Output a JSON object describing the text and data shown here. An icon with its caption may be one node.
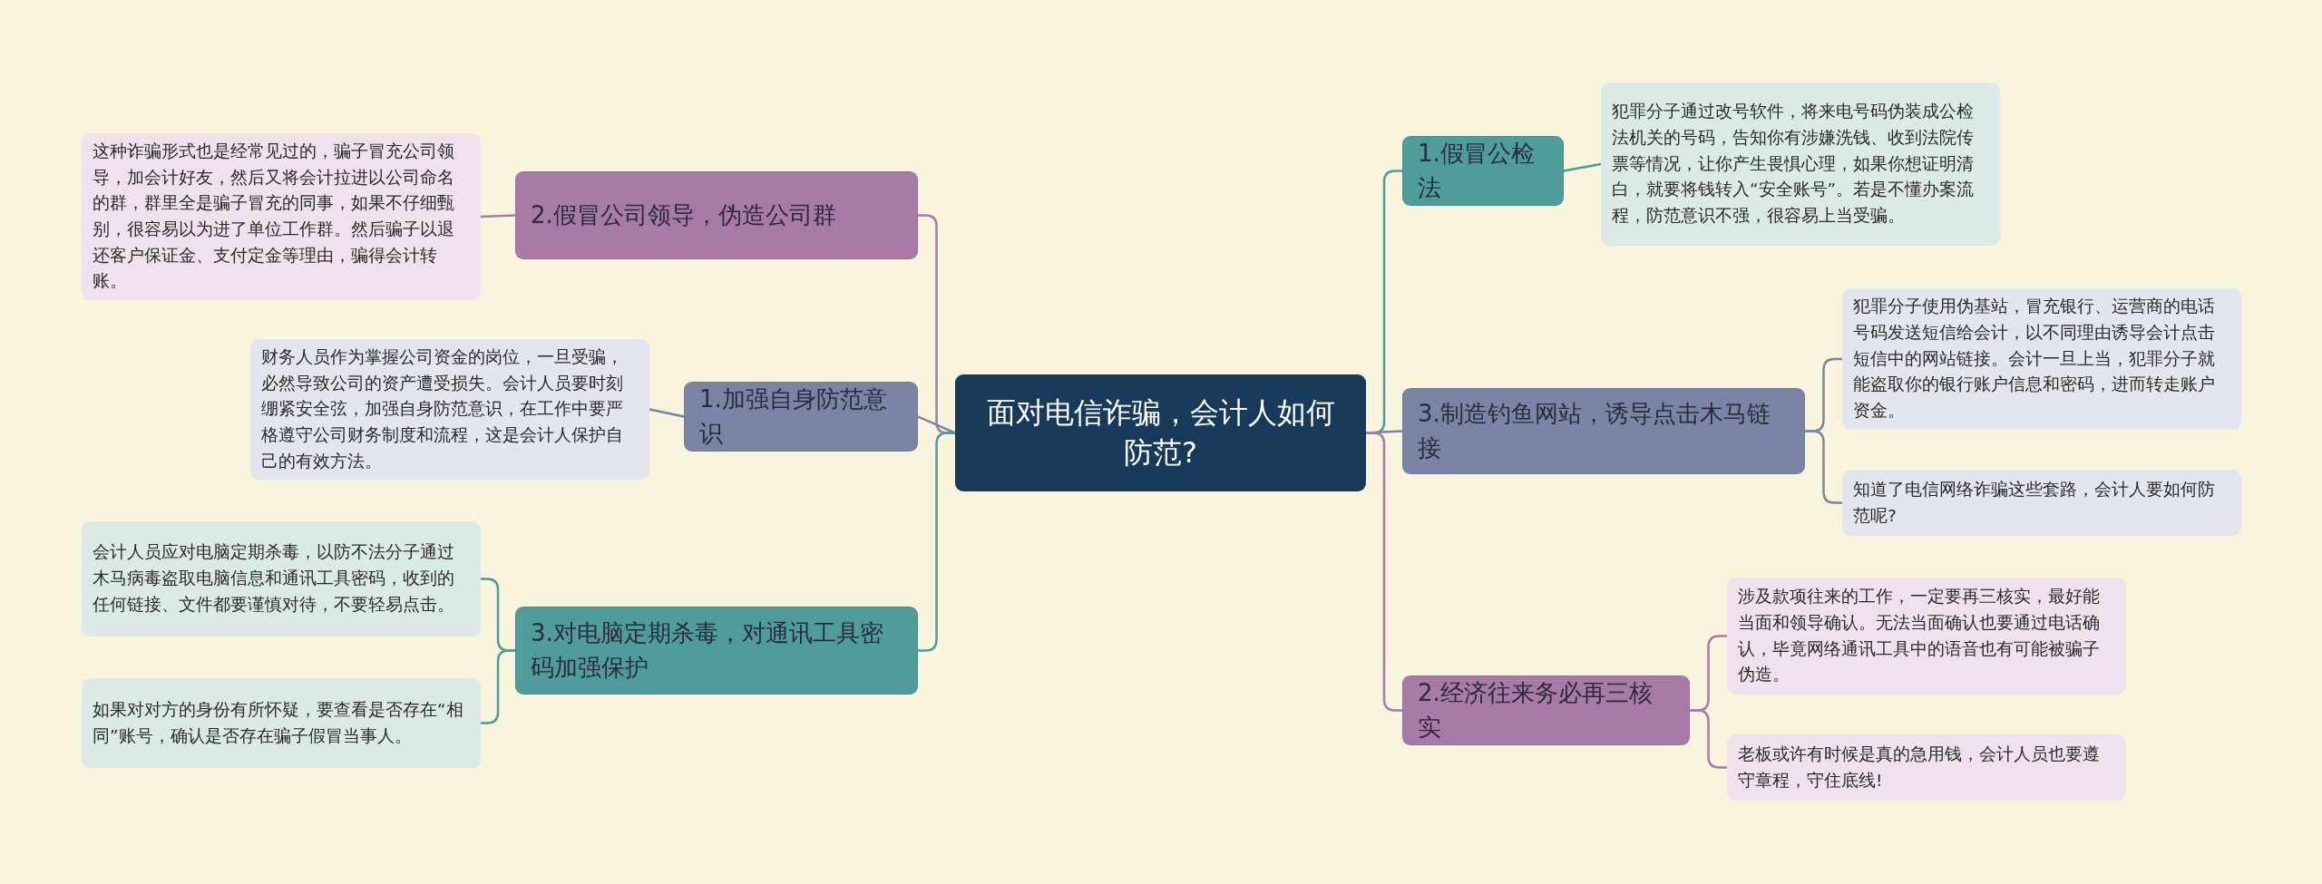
{
  "diagram": {
    "nodes": [
      {
        "text": [
          "面对电信诈骗，会计人如何防范?"
        ]
      },
      {
        "text": [
          "1.假冒公检法"
        ]
      },
      {
        "text": [
          "犯罪分子通过改号软件，将来电号码伪装成公检法机关的号码，告知你有涉嫌洗钱、收到法院传票等情况，让你产生畏惧心理，如果你想证明清白，就要将钱转入“安全账号”。若是不懂办案流程，防范意识不强，很容易上当受骗。"
        ]
      },
      {
        "text": [
          "3.制造钓鱼网站，诱导点击木马链接"
        ]
      },
      {
        "text": [
          "犯罪分子使用伪基站，冒充银行、运营商的电话号码发送短信给会计，以不同理由诱导会计点击短信中的网站链接。会计一旦上当，犯罪分子就能盗取你的银行账户信息和密码，进而转走账户资金。"
        ]
      },
      {
        "text": [
          "知道了电信网络诈骗这些套路，会计人要如何防范呢?"
        ]
      },
      {
        "text": [
          "2.经济往来务必再三核实"
        ]
      },
      {
        "text": [
          "涉及款项往来的工作，一定要再三核实，最好能当面和领导确认。无法当面确认也要通过电话确认，毕竟网络通讯工具中的语音也有可能被骗子伪造。"
        ]
      },
      {
        "text": [
          "老板或许有时候是真的急用钱，会计人员也要遵守章程，守住底线!"
        ]
      },
      {
        "text": [
          "2.假冒公司领导，伪造公司群"
        ]
      },
      {
        "text": [
          "这种诈骗形式也是经常见过的，骗子冒充公司领导，加会计好友，然后又将会计拉进以公司命名的群，群里全是骗子冒充的同事，如果不仔细甄别，很容易以为进了单位工作群。然后骗子以退还客户保证金、支付定金等理由，骗得会计转账。"
        ]
      },
      {
        "text": [
          "1.加强自身防范意识"
        ]
      },
      {
        "text": [
          "财务人员作为掌握公司资金的岗位，一旦受骗，必然导致公司的资产遭受损失。会计人员要时刻绷紧安全弦，加强自身防范意识，在工作中要严格遵守公司财务制度和流程，这是会计人保护自己的有效方法。"
        ]
      },
      {
        "text": [
          "3.对电脑定期杀毒，对通讯工具密码加强保护"
        ]
      },
      {
        "text": [
          "会计人员应对电脑定期杀毒，以防不法分子通过木马病毒盗取电脑信息和通讯工具密码，收到的任何链接、文件都要谨慎对待，不要轻易点击。"
        ]
      },
      {
        "text": [
          "如果对对方的身份有所怀疑，要查看是否存在“相同”账号，确认是否存在骗子假冒当事人。"
        ]
      }
    ],
    "edges": [
      {
        "from": 0,
        "to": 1,
        "arrow": "none",
        "color": "#4e9c9c"
      },
      {
        "from": 1,
        "to": 2,
        "arrow": "none",
        "color": "#4e9c9c"
      },
      {
        "from": 0,
        "to": 3,
        "arrow": "none",
        "color": "#7a85a6"
      },
      {
        "from": 3,
        "to": 4,
        "arrow": "none",
        "color": "#7a85a6"
      },
      {
        "from": 3,
        "to": 5,
        "arrow": "none",
        "color": "#7a85a6"
      },
      {
        "from": 0,
        "to": 6,
        "arrow": "none",
        "color": "#a87aa8"
      },
      {
        "from": 6,
        "to": 7,
        "arrow": "none",
        "color": "#a87aa8"
      },
      {
        "from": 6,
        "to": 8,
        "arrow": "none",
        "color": "#a87aa8"
      },
      {
        "from": 0,
        "to": 9,
        "arrow": "none",
        "color": "#a87aa8"
      },
      {
        "from": 9,
        "to": 10,
        "arrow": "none",
        "color": "#a87aa8"
      },
      {
        "from": 0,
        "to": 11,
        "arrow": "none",
        "color": "#7a85a6"
      },
      {
        "from": 11,
        "to": 12,
        "arrow": "none",
        "color": "#7a85a6"
      },
      {
        "from": 0,
        "to": 13,
        "arrow": "none",
        "color": "#4e9c9c"
      },
      {
        "from": 13,
        "to": 14,
        "arrow": "none",
        "color": "#4e9c9c"
      },
      {
        "from": 13,
        "to": 15,
        "arrow": "none",
        "color": "#4e9c9c"
      }
    ]
  }
}
